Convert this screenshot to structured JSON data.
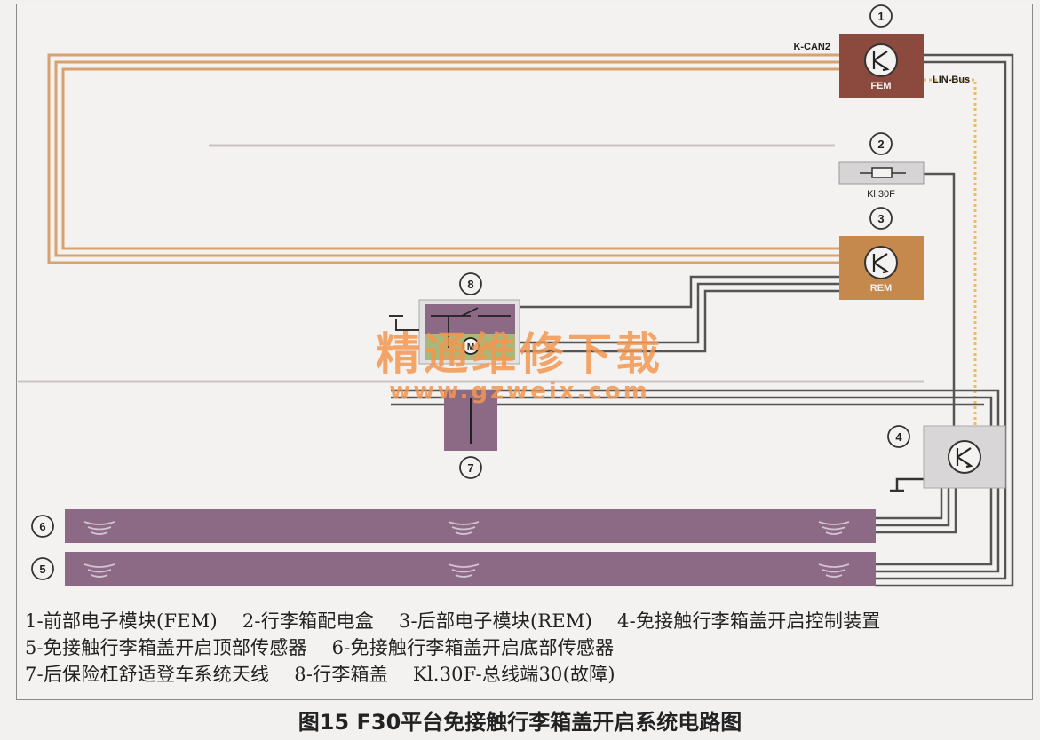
{
  "diagram": {
    "labels": {
      "kcan": "K-CAN2",
      "lin": "LIN-Bus",
      "fem": "FEM",
      "rem": "REM",
      "kl30f": "Kl.30F"
    },
    "markers": {
      "n1": "1",
      "n2": "2",
      "n3": "3",
      "n4": "4",
      "n5": "5",
      "n6": "6",
      "n7": "7",
      "n8": "8"
    },
    "colors": {
      "fem_box": "#8c4a3f",
      "rem_box": "#c5894e",
      "sensor_bar": "#8c6a86",
      "control_box": "#d9d6d8",
      "can_wire": "#d7a26f",
      "lin_wire": "#e6be6a",
      "signal_wire": "#555555"
    }
  },
  "legend": {
    "line1": [
      "1-前部电子模块(FEM)",
      "2-行李箱配电盒",
      "3-后部电子模块(REM)",
      "4-免接触行李箱盖开启控制装置"
    ],
    "line2": [
      "5-免接触行李箱盖开启顶部传感器",
      "6-免接触行李箱盖开启底部传感器"
    ],
    "line3": [
      "7-后保险杠舒适登车系统天线",
      "8-行李箱盖",
      "Kl.30F-总线端30(故障)"
    ]
  },
  "figure_title": "图15 F30平台免接触行李箱盖开启系统电路图",
  "watermark": {
    "line1": "精通维修下载",
    "line2": "www.gzweix.com"
  }
}
